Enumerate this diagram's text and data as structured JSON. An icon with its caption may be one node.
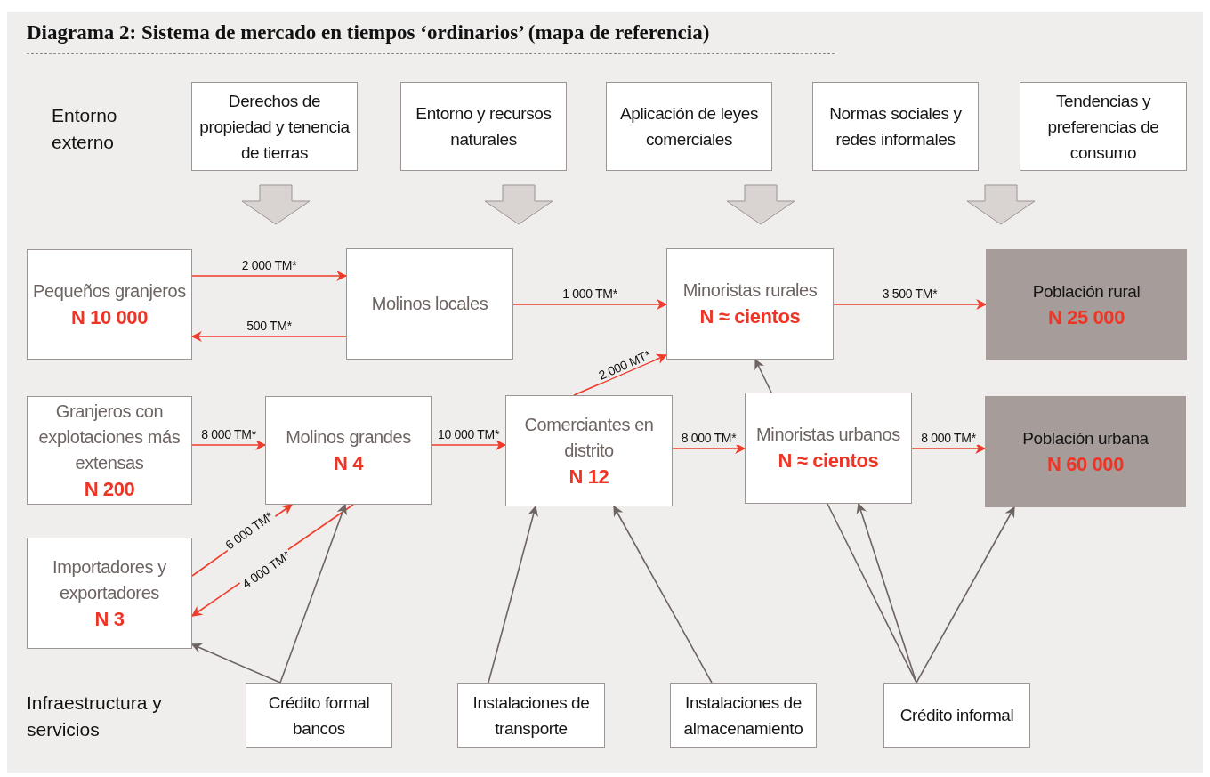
{
  "diagram": {
    "title": "Diagrama 2: Sistema de mercado en tiempos ‘ordinarios’ (mapa de referencia)",
    "nodes": [
      {
        "text": [
          "Derechos de propiedad y tenencia de tierras"
        ]
      },
      {
        "text": [
          "Entorno y recursos naturales"
        ]
      },
      {
        "text": [
          "Aplicación de leyes comerciales"
        ]
      },
      {
        "text": [
          "Normas sociales y redes informales"
        ]
      },
      {
        "text": [
          "Tendencias y preferencias de consumo"
        ]
      },
      {
        "text": [
          "Pequeños granjeros",
          "N 10 000"
        ]
      },
      {
        "text": [
          "Molinos locales"
        ]
      },
      {
        "text": [
          "Minoristas rurales",
          "N ≈ cientos"
        ]
      },
      {
        "text": [
          "Población rural",
          "N 25 000"
        ]
      },
      {
        "text": [
          "Granjeros con explotaciones más extensas",
          "N 200"
        ]
      },
      {
        "text": [
          "Molinos grandes",
          "N 4"
        ]
      },
      {
        "text": [
          "Comerciantes en distrito",
          "N 12"
        ]
      },
      {
        "text": [
          "Minoristas urbanos",
          "N ≈ cientos"
        ]
      },
      {
        "text": [
          "Población urbana",
          "N 60 000"
        ]
      },
      {
        "text": [
          "Importadores y exportadores",
          "N 3"
        ]
      },
      {
        "text": [
          "Crédito formal bancos"
        ]
      },
      {
        "text": [
          "Instalaciones de transporte"
        ]
      },
      {
        "text": [
          "Instalaciones de almacenamiento"
        ]
      },
      {
        "text": [
          "Crédito informal"
        ]
      }
    ],
    "edges": [
      {
        "from": 5,
        "to": 6,
        "arrow": "to",
        "label": "2 000 TM*"
      },
      {
        "from": 6,
        "to": 5,
        "arrow": "to",
        "label": "500 TM*"
      },
      {
        "from": 6,
        "to": 7,
        "arrow": "to",
        "label": "1 000 TM*"
      },
      {
        "from": 7,
        "to": 8,
        "arrow": "to",
        "label": "3 500 TM*"
      },
      {
        "from": 9,
        "to": 10,
        "arrow": "to",
        "label": "8 000 TM*"
      },
      {
        "from": 10,
        "to": 11,
        "arrow": "to",
        "label": "10 000 TM*"
      },
      {
        "from": 11,
        "to": 7,
        "arrow": "to",
        "label": "2,000 MT*"
      },
      {
        "from": 11,
        "to": 12,
        "arrow": "to",
        "label": "8 000 TM*"
      },
      {
        "from": 12,
        "to": 13,
        "arrow": "to",
        "label": "8 000 TM*"
      },
      {
        "from": 14,
        "to": 10,
        "arrow": "to",
        "label": "6 000 TM*"
      },
      {
        "from": 10,
        "to": 14,
        "arrow": "to",
        "label": "4 000 TM*"
      },
      {
        "from": 15,
        "to": 14,
        "arrow": "to",
        "color": "#6e6462"
      },
      {
        "from": 15,
        "to": 10,
        "arrow": "to",
        "color": "#6e6462"
      },
      {
        "from": 16,
        "to": 11,
        "arrow": "to",
        "color": "#6e6462"
      },
      {
        "from": 17,
        "to": 11,
        "arrow": "to",
        "color": "#6e6462"
      },
      {
        "from": 18,
        "to": 12,
        "arrow": "none",
        "color": "#6e6462"
      },
      {
        "from": 18,
        "to": 12,
        "arrow": "to",
        "color": "#6e6462"
      },
      {
        "from": 18,
        "to": 13,
        "arrow": "to",
        "color": "#6e6462"
      },
      {
        "from": 12,
        "to": 7,
        "arrow": "to",
        "color": "#6e6462"
      },
      {
        "from": 0,
        "to": null,
        "arrow": "to",
        "style": "thick",
        "color": "#d9d4d2"
      },
      {
        "from": 1,
        "to": null,
        "arrow": "to",
        "style": "thick",
        "color": "#d9d4d2"
      },
      {
        "from": 2,
        "to": null,
        "arrow": "to",
        "style": "thick",
        "color": "#d9d4d2"
      },
      {
        "from": 3,
        "to": null,
        "arrow": "to",
        "style": "thick",
        "color": "#d9d4d2"
      }
    ],
    "labels": [
      "Entorno externo",
      "Infraestructura y servicios"
    ]
  }
}
